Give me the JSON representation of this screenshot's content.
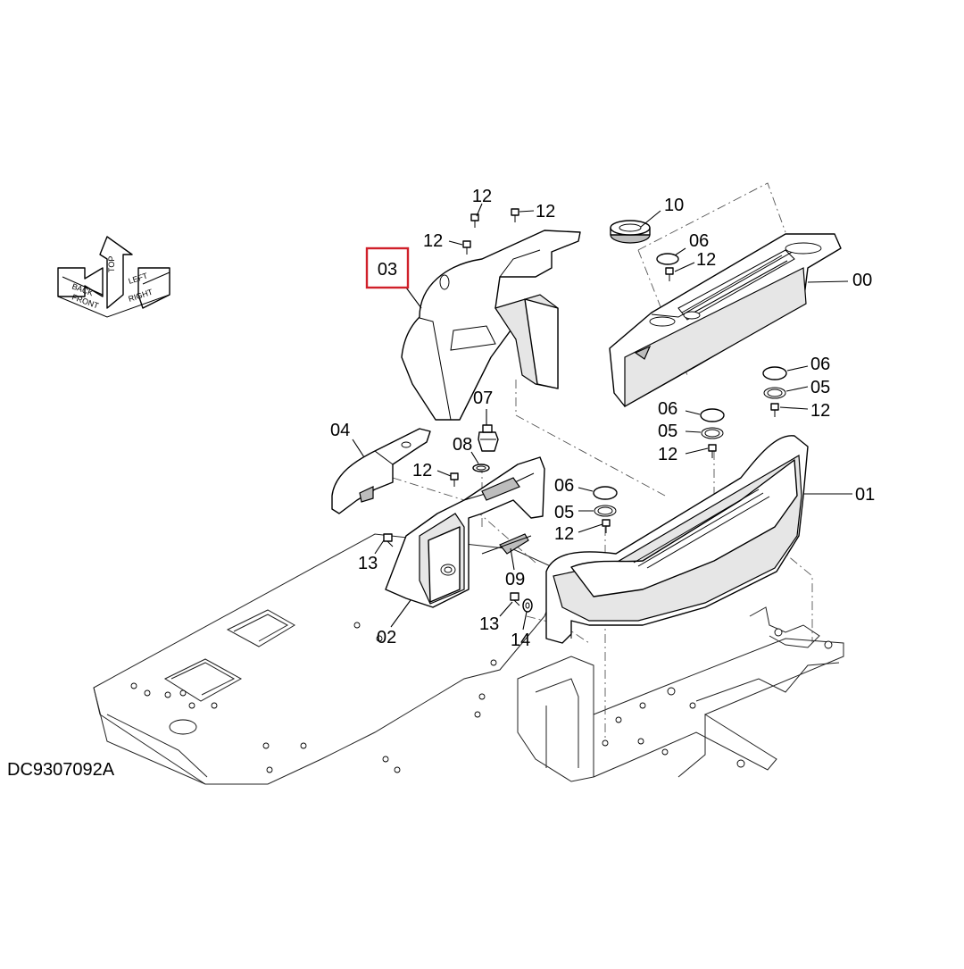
{
  "diagram": {
    "drawing_code": "DC9307092A",
    "highlighted_part": "03",
    "highlight_color": "#d0202a",
    "orientation_compass": {
      "icon": "orientation-cube-icon",
      "labels": {
        "top": "TOP",
        "front": "FRONT",
        "right": "RIGHT",
        "back": "BACK",
        "left": "LEFT"
      }
    },
    "callouts": {
      "c00": "00",
      "c01": "01",
      "c02": "02",
      "c03": "03",
      "c04": "04",
      "c05a": "05",
      "c05b": "05",
      "c05c": "05",
      "c06a": "06",
      "c06b": "06",
      "c06c": "06",
      "c06d": "06",
      "c07": "07",
      "c08": "08",
      "c09": "09",
      "c10": "10",
      "c12a": "12",
      "c12b": "12",
      "c12c": "12",
      "c12d": "12",
      "c12e": "12",
      "c12f": "12",
      "c12g": "12",
      "c12h": "12",
      "c13a": "13",
      "c13b": "13",
      "c14": "14"
    }
  }
}
